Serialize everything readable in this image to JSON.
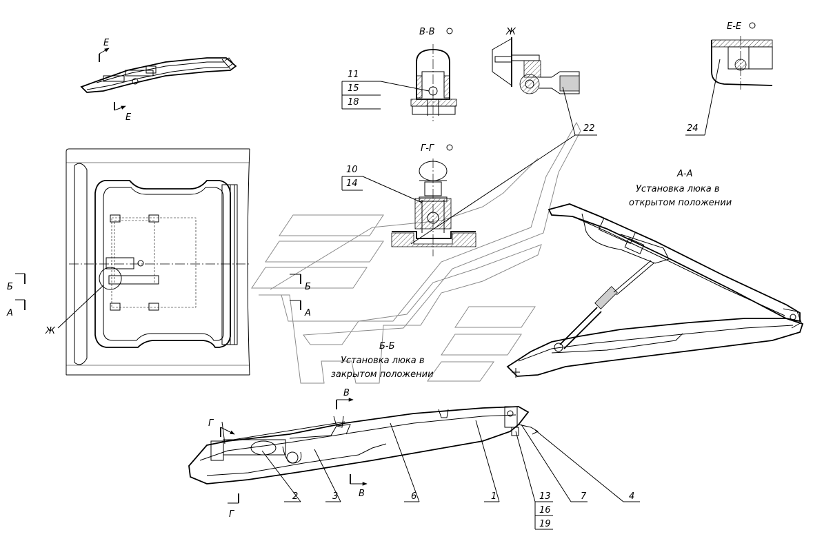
{
  "sections": {
    "e_e_top": "Е",
    "e_e_bottom": "Е",
    "b_b_title": "В-В",
    "zh_title": "Ж",
    "g_g_title": "Г-Г",
    "e_e_title": "Е-Е",
    "a_a_title": "А-А",
    "a_a_caption_1": "Установка люка в",
    "a_a_caption_2": "открытом положении",
    "bb_title": "Б-Б",
    "bb_caption_1": "Установка люка в",
    "bb_caption_2": "закрытом положении",
    "plan_b": "Б",
    "plan_a": "А",
    "plan_zh": "Ж",
    "mid_b": "Б",
    "mid_a": "А",
    "bot_v_top": "В",
    "bot_v_bottom": "В",
    "bot_g_top": "Г",
    "bot_g_bottom": "Г"
  },
  "callouts": {
    "c11": "11",
    "c15": "15",
    "c18": "18",
    "c10": "10",
    "c14": "14",
    "c22": "22",
    "c24": "24",
    "c2": "2",
    "c3": "3",
    "c6": "6",
    "c1": "1",
    "c13": "13",
    "c16": "16",
    "c19": "19",
    "c7": "7",
    "c4": "4"
  }
}
